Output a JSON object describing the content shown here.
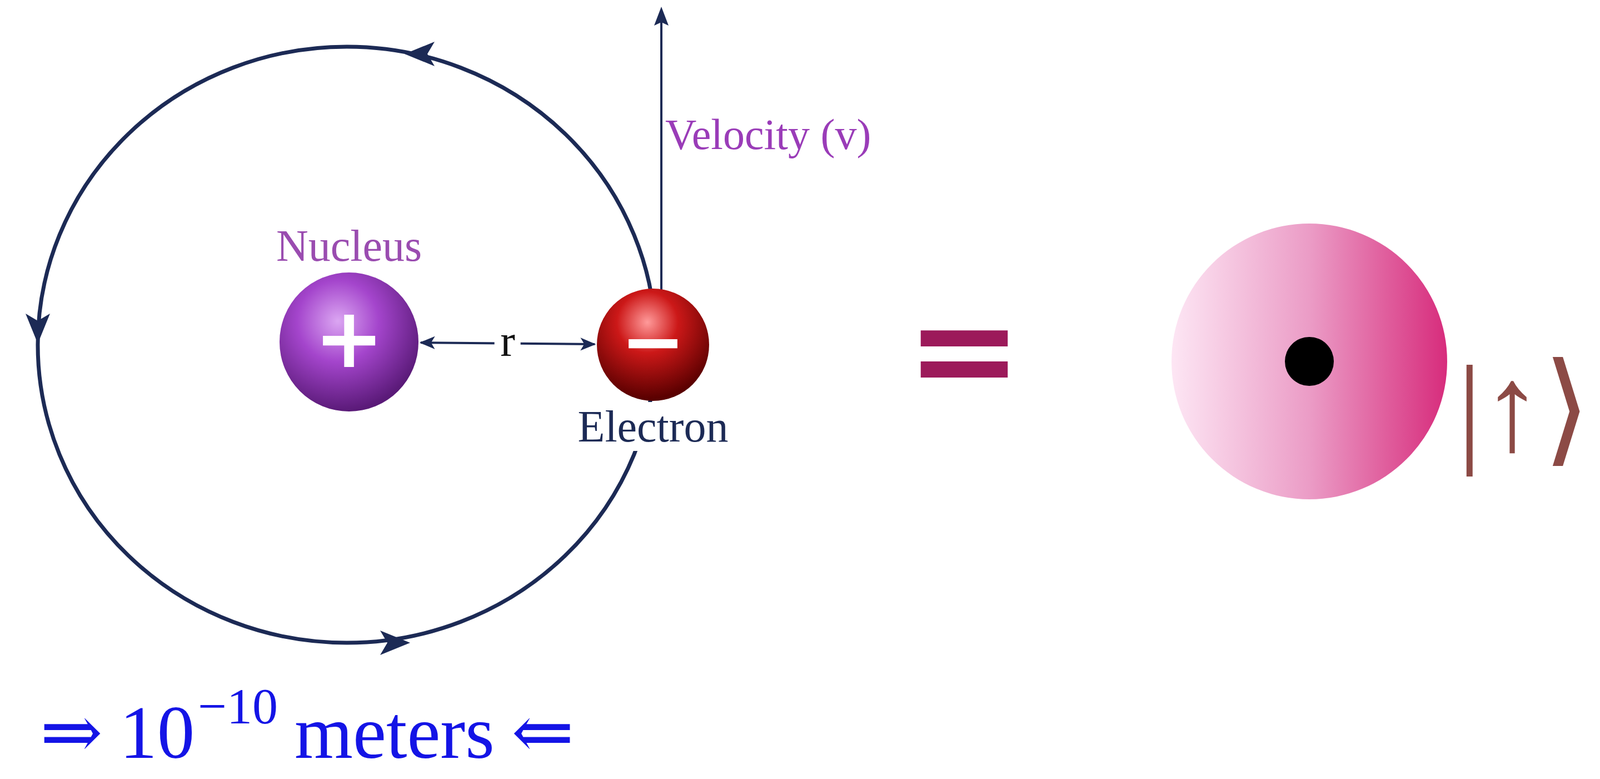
{
  "diagram": {
    "nodes": [
      {
        "text": [
          "Nucleus",
          "+"
        ]
      },
      {
        "text": [
          "−",
          "Electron"
        ]
      }
    ],
    "edges": [
      {
        "from": 0,
        "to": 1,
        "arrow": "both",
        "label": "r"
      }
    ],
    "labels": [
      "Velocity (v)",
      "=",
      "|↑⟩",
      "⇒",
      "10",
      "−10",
      "meters",
      "⇐"
    ]
  }
}
